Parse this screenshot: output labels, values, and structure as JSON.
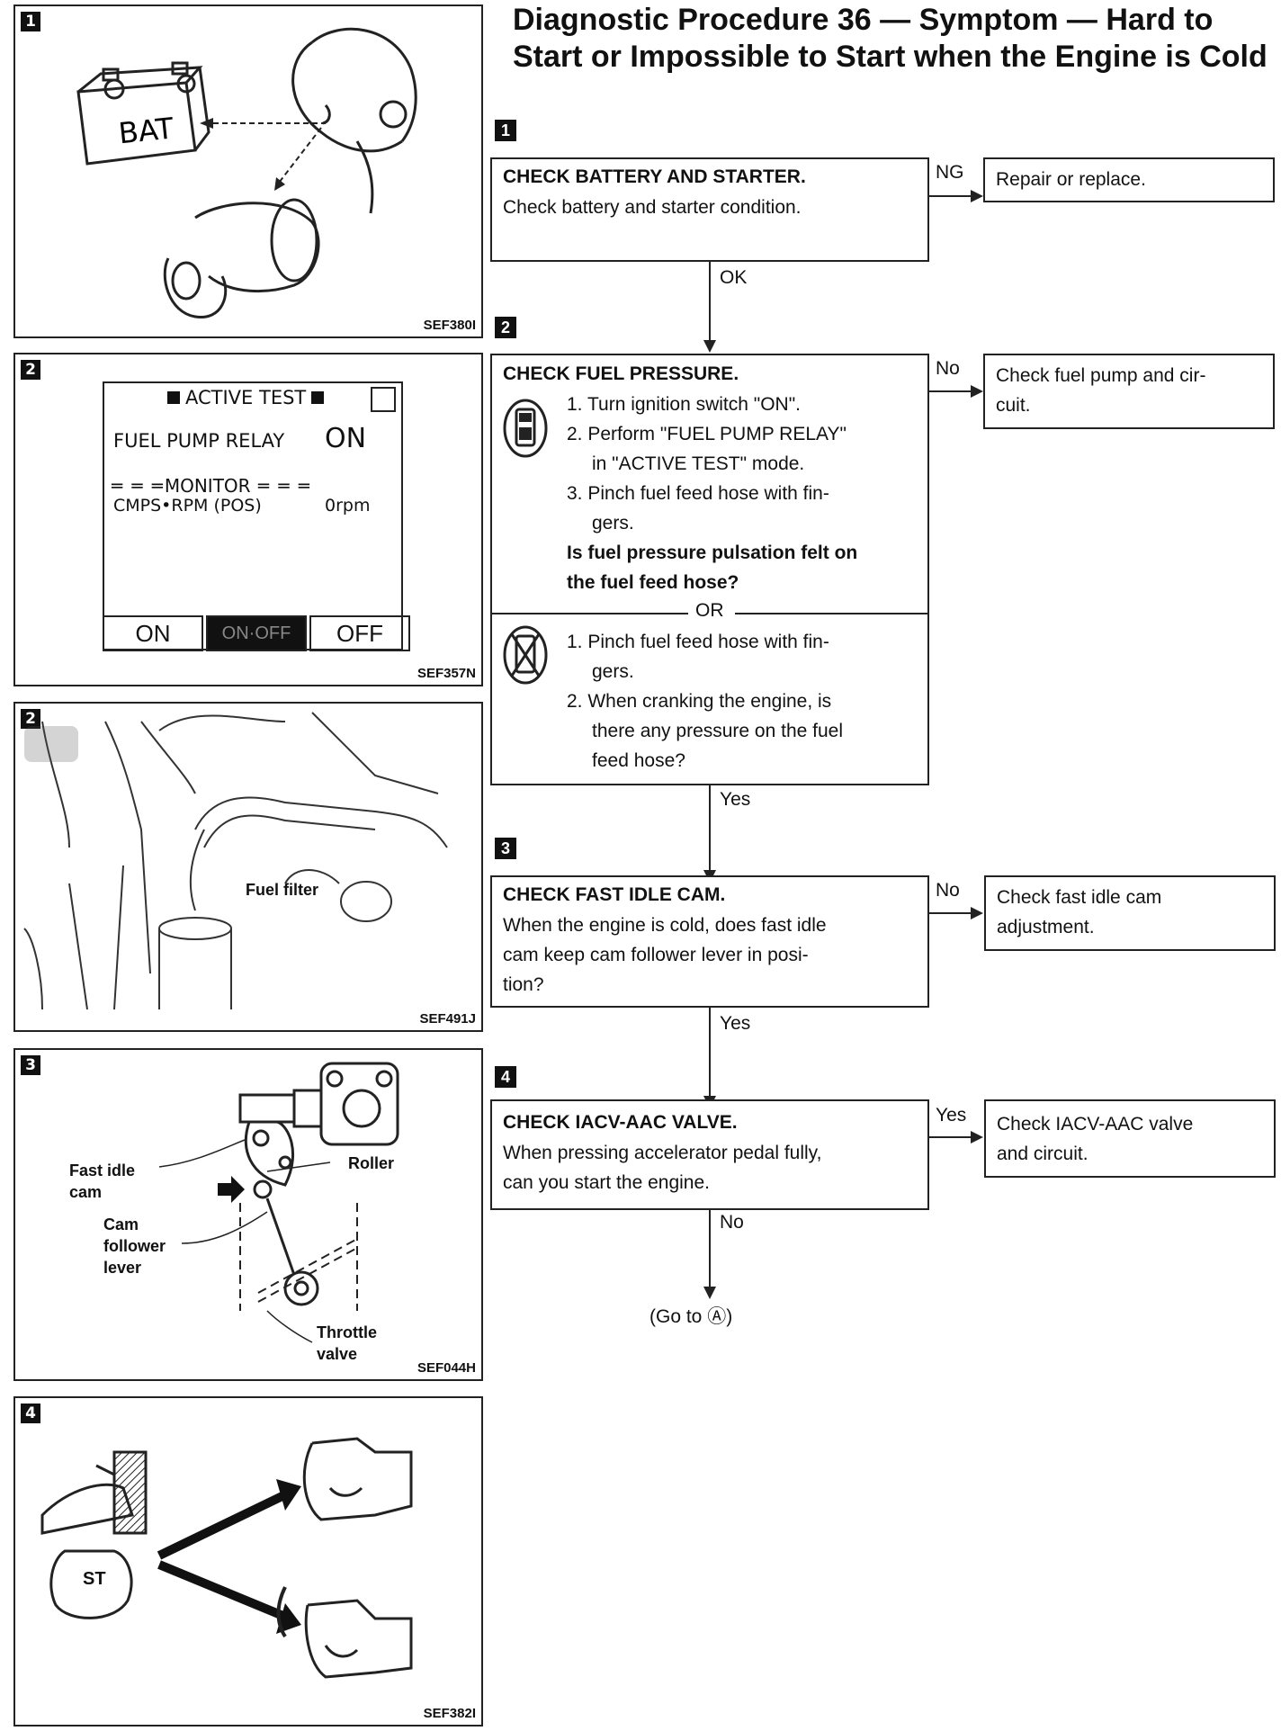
{
  "title": "Diagnostic Procedure 36 — Symptom — Hard to Start or Impossible to Start when the Engine is Cold",
  "panels": [
    {
      "badge": "1",
      "code": "SEF380I",
      "bat_label": "BAT"
    },
    {
      "badge": "2",
      "code": "SEF357N",
      "screen": {
        "header": "ACTIVE TEST",
        "item": "FUEL PUMP RELAY",
        "item_value": "ON",
        "monitor": "MONITOR",
        "sensor": "CMPS•RPM (POS)",
        "sensor_value": "0rpm",
        "buttons": [
          "ON",
          "ON·OFF",
          "OFF"
        ]
      }
    },
    {
      "badge": "2",
      "code": "SEF491J",
      "callout": "Fuel filter"
    },
    {
      "badge": "3",
      "code": "SEF044H",
      "callouts": [
        "Fast idle cam",
        "Roller",
        "Cam follower lever",
        "Throttle valve"
      ]
    },
    {
      "badge": "4",
      "code": "SEF382I",
      "st_label": "ST"
    }
  ],
  "flow": {
    "step_badges": [
      "1",
      "2",
      "3",
      "4"
    ],
    "step1": {
      "title": "CHECK BATTERY AND STARTER.",
      "text": "Check battery and starter condition.",
      "ng_label": "NG",
      "ng_action": "Repair or replace.",
      "ok_label": "OK"
    },
    "step2": {
      "title": "CHECK FUEL PRESSURE.",
      "a": [
        "1. Turn ignition switch \"ON\".",
        "2. Perform \"FUEL PUMP RELAY\"",
        "in \"ACTIVE TEST\" mode.",
        "3. Pinch fuel feed hose with fin-",
        "gers."
      ],
      "a_question": [
        "Is fuel pressure pulsation felt on",
        "the fuel feed hose?"
      ],
      "or_label": "OR",
      "b": [
        "1. Pinch fuel feed hose with fin-",
        "gers.",
        "2. When cranking the engine, is",
        "there any pressure on the fuel",
        "feed hose?"
      ],
      "no_label": "No",
      "no_action": [
        "Check fuel pump and cir-",
        "cuit."
      ],
      "yes_label": "Yes"
    },
    "step3": {
      "title": "CHECK FAST IDLE CAM.",
      "text": [
        "When the engine is cold, does fast idle",
        "cam keep cam follower lever in posi-",
        "tion?"
      ],
      "no_label": "No",
      "no_action": [
        "Check fast idle cam",
        "adjustment."
      ],
      "yes_label": "Yes"
    },
    "step4": {
      "title": "CHECK IACV-AAC VALVE.",
      "text": [
        "When pressing accelerator pedal fully,",
        "can you start the engine."
      ],
      "yes_label": "Yes",
      "yes_action": [
        "Check IACV-AAC valve",
        "and circuit."
      ],
      "no_label": "No"
    },
    "goto": "(Go to Ⓐ)"
  }
}
